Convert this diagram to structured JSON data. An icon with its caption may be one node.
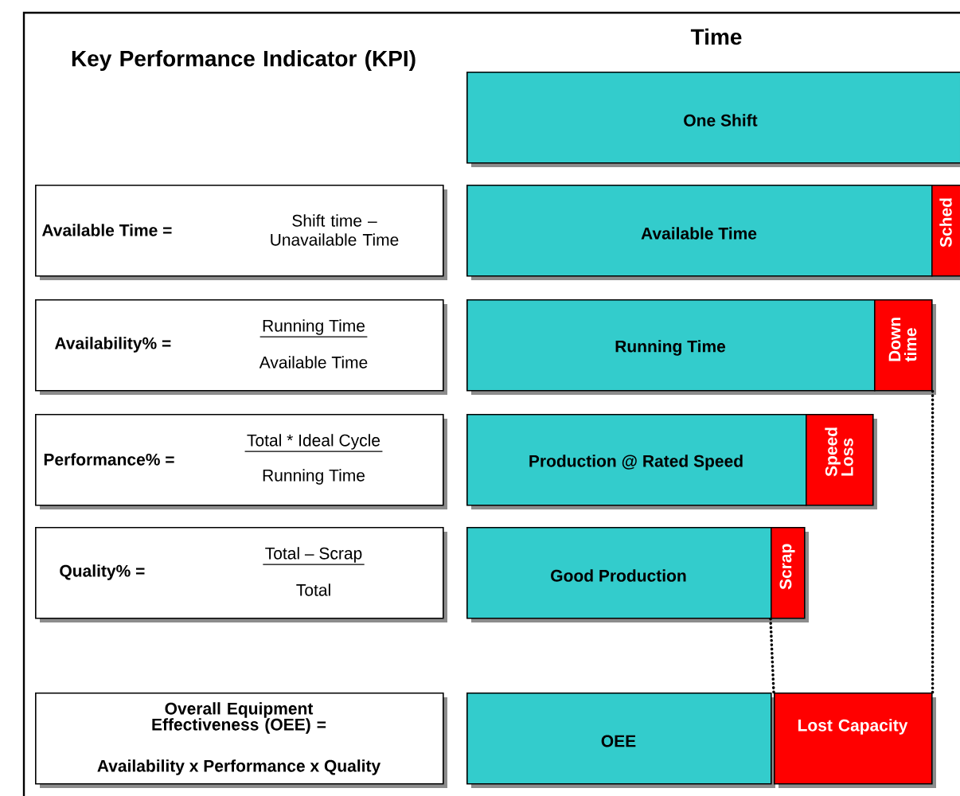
{
  "diagram": {
    "title": "Key Performance Indicator (KPI)",
    "nodes": [
      {
        "text": [
          "One Shift"
        ]
      },
      {
        "text": [
          "Available Time =",
          "Shift time – Unavailable Time"
        ]
      },
      {
        "text": [
          "Available Time"
        ]
      },
      {
        "text": [
          "Sched"
        ]
      },
      {
        "text": [
          "Availability% =",
          "Running Time",
          "Available Time"
        ]
      },
      {
        "text": [
          "Running Time"
        ]
      },
      {
        "text": [
          "Down time"
        ]
      },
      {
        "text": [
          "Performance% =",
          "Total * Ideal Cycle",
          "Running Time"
        ]
      },
      {
        "text": [
          "Production @ Rated Speed"
        ]
      },
      {
        "text": [
          "Speed Loss"
        ]
      },
      {
        "text": [
          "Quality% =",
          "Total – Scrap",
          "Total"
        ]
      },
      {
        "text": [
          "Good Production"
        ]
      },
      {
        "text": [
          "Scrap"
        ]
      },
      {
        "text": [
          "Overall Equipment Effectiveness (OEE) =",
          "Availability x Performance x Quality"
        ]
      },
      {
        "text": [
          "OEE"
        ]
      },
      {
        "text": [
          "Lost Capacity"
        ]
      }
    ],
    "edges": [
      {
        "from": 6,
        "to": 15,
        "arrow": "none",
        "style": "dashed"
      },
      {
        "from": 12,
        "to": 15,
        "arrow": "none",
        "style": "dashed"
      }
    ],
    "labels": [
      "Time"
    ]
  }
}
